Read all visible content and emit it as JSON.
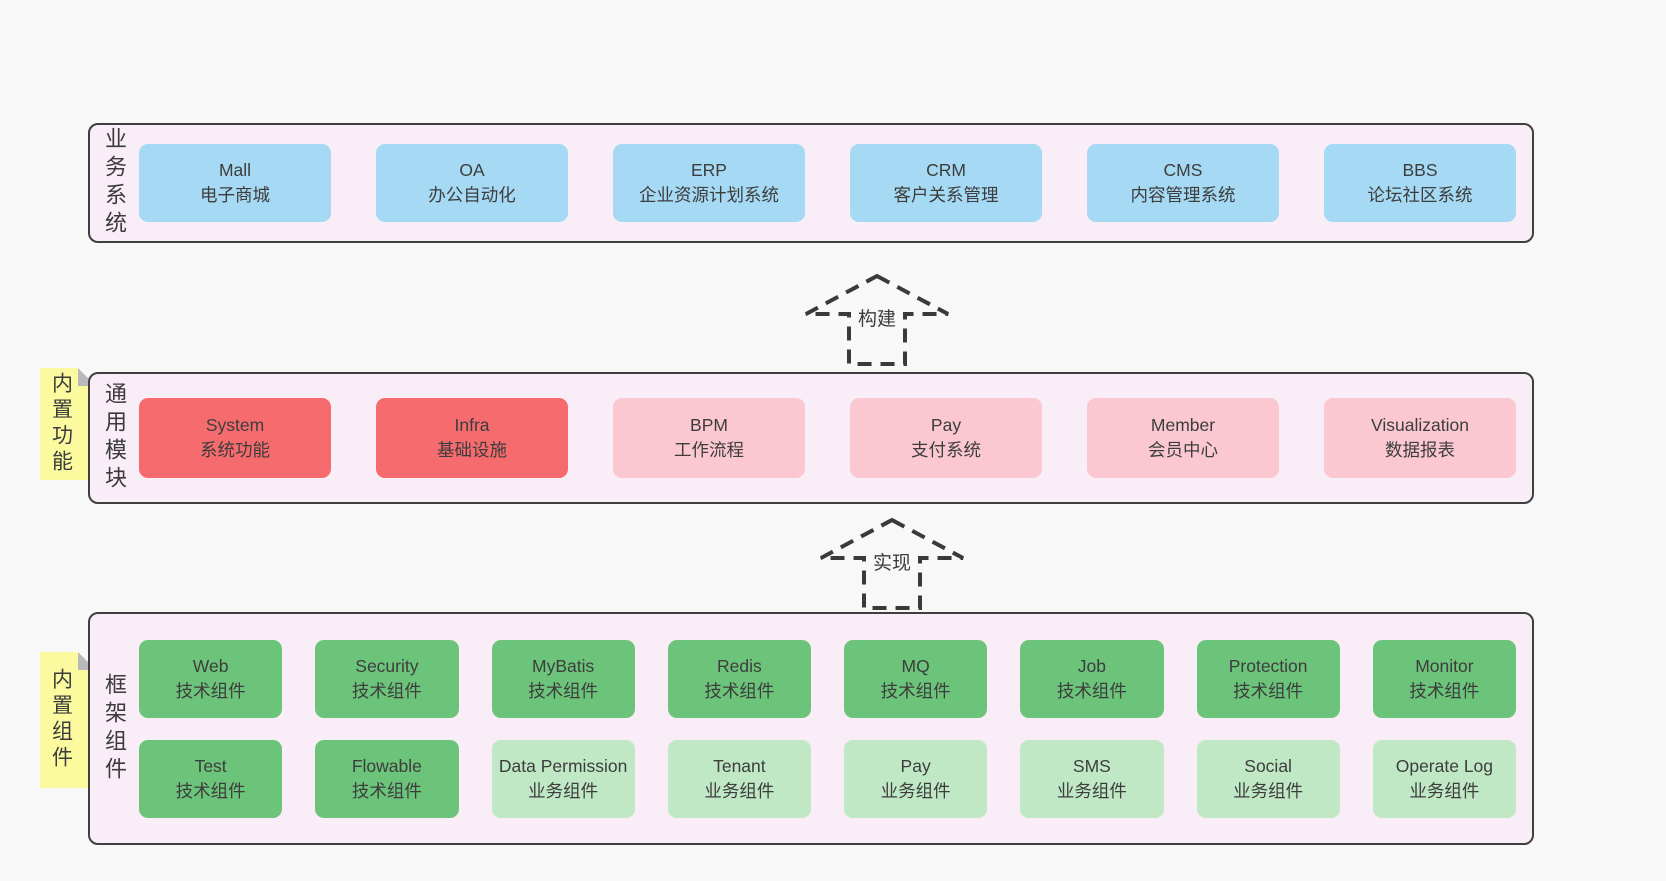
{
  "page": {
    "background": "#f8f8f8"
  },
  "colors": {
    "container_bg": "#f9edf7",
    "container_border": "#3f3f3f",
    "box_blue": "#a6d9f3",
    "box_red": "#f56b6e",
    "box_pink": "#fbc8d2",
    "box_green": "#6cc47a",
    "box_green_light": "#c0e8c5",
    "tag_yellow": "#fbfa9f",
    "tag_fold_gray": "#b9b9bb",
    "text": "#3d3d3d"
  },
  "arrows": [
    {
      "label": "构建"
    },
    {
      "label": "实现"
    }
  ],
  "layers": [
    {
      "id": "business",
      "label": "业务系统",
      "boxes": [
        {
          "name": "Mall",
          "subtitle": "电子商城",
          "variant": "blue"
        },
        {
          "name": "OA",
          "subtitle": "办公自动化",
          "variant": "blue"
        },
        {
          "name": "ERP",
          "subtitle": "企业资源计划系统",
          "variant": "blue"
        },
        {
          "name": "CRM",
          "subtitle": "客户关系管理",
          "variant": "blue"
        },
        {
          "name": "CMS",
          "subtitle": "内容管理系统",
          "variant": "blue"
        },
        {
          "name": "BBS",
          "subtitle": "论坛社区系统",
          "variant": "blue"
        }
      ]
    },
    {
      "id": "modules",
      "label": "通用模块",
      "tag": "内置功能",
      "boxes": [
        {
          "name": "System",
          "subtitle": "系统功能",
          "variant": "red"
        },
        {
          "name": "Infra",
          "subtitle": "基础设施",
          "variant": "red"
        },
        {
          "name": "BPM",
          "subtitle": "工作流程",
          "variant": "pink"
        },
        {
          "name": "Pay",
          "subtitle": "支付系统",
          "variant": "pink"
        },
        {
          "name": "Member",
          "subtitle": "会员中心",
          "variant": "pink"
        },
        {
          "name": "Visualization",
          "subtitle": "数据报表",
          "variant": "pink"
        }
      ]
    },
    {
      "id": "components",
      "label": "框架组件",
      "tag": "内置组件",
      "rows": [
        [
          {
            "name": "Web",
            "subtitle": "技术组件",
            "variant": "green"
          },
          {
            "name": "Security",
            "subtitle": "技术组件",
            "variant": "green"
          },
          {
            "name": "MyBatis",
            "subtitle": "技术组件",
            "variant": "green"
          },
          {
            "name": "Redis",
            "subtitle": "技术组件",
            "variant": "green"
          },
          {
            "name": "MQ",
            "subtitle": "技术组件",
            "variant": "green"
          },
          {
            "name": "Job",
            "subtitle": "技术组件",
            "variant": "green"
          },
          {
            "name": "Protection",
            "subtitle": "技术组件",
            "variant": "green"
          },
          {
            "name": "Monitor",
            "subtitle": "技术组件",
            "variant": "green"
          }
        ],
        [
          {
            "name": "Test",
            "subtitle": "技术组件",
            "variant": "green"
          },
          {
            "name": "Flowable",
            "subtitle": "技术组件",
            "variant": "green"
          },
          {
            "name": "Data Permission",
            "subtitle": "业务组件",
            "variant": "green_light"
          },
          {
            "name": "Tenant",
            "subtitle": "业务组件",
            "variant": "green_light"
          },
          {
            "name": "Pay",
            "subtitle": "业务组件",
            "variant": "green_light"
          },
          {
            "name": "SMS",
            "subtitle": "业务组件",
            "variant": "green_light"
          },
          {
            "name": "Social",
            "subtitle": "业务组件",
            "variant": "green_light"
          },
          {
            "name": "Operate Log",
            "subtitle": "业务组件",
            "variant": "green_light"
          }
        ]
      ]
    }
  ]
}
